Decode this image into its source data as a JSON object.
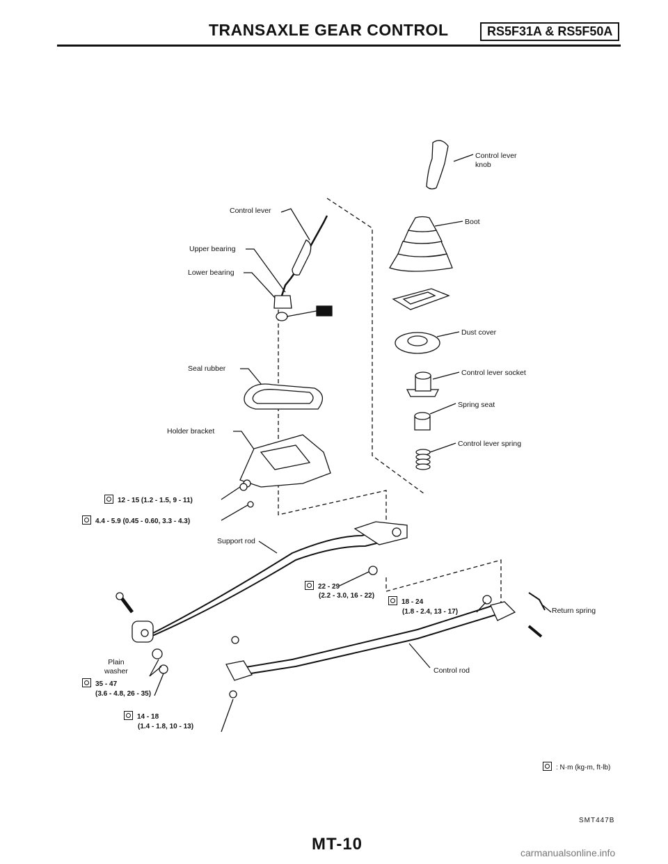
{
  "header": {
    "title": "TRANSAXLE GEAR CONTROL",
    "model": "RS5F31A & RS5F50A"
  },
  "labels": {
    "control_lever_knob": "Control lever\nknob",
    "control_lever": "Control lever",
    "boot": "Boot",
    "upper_bearing": "Upper bearing",
    "lower_bearing": "Lower bearing",
    "dust_cover": "Dust cover",
    "seal_rubber": "Seal rubber",
    "control_lever_socket": "Control lever socket",
    "spring_seat": "Spring seat",
    "holder_bracket": "Holder bracket",
    "control_lever_spring": "Control lever spring",
    "support_rod": "Support rod",
    "return_spring": "Return spring",
    "plain_washer": "Plain\nwasher",
    "control_rod": "Control rod"
  },
  "torques": {
    "t1": "12 - 15 (1.2 - 1.5, 9 - 11)",
    "t2": "4.4 - 5.9 (0.45 - 0.60, 3.3 - 4.3)",
    "t3a": "22 - 29",
    "t3b": "(2.2 - 3.0, 16 - 22)",
    "t4a": "18 - 24",
    "t4b": "(1.8 - 2.4, 13 - 17)",
    "t5a": "35 - 47",
    "t5b": "(3.6 - 4.8, 26 - 35)",
    "t6a": "14 - 18",
    "t6b": "(1.4 - 1.8, 10 - 13)"
  },
  "legend": ": N·m (kg-m, ft-lb)",
  "figure_code": "SMT447B",
  "page_number": "MT-10",
  "watermark": "carmanualsonline.info"
}
